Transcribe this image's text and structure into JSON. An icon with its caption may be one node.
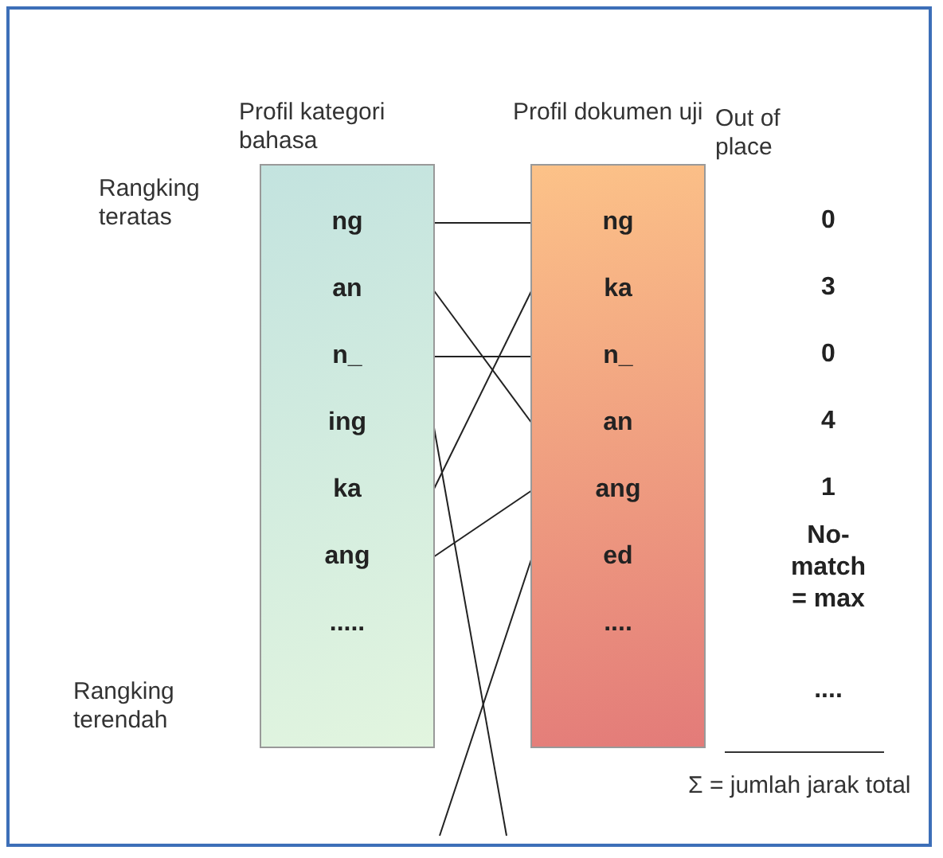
{
  "diagram": {
    "nodes": [
      {
        "text": [
          "Profil kategori bahasa"
        ]
      },
      {
        "text": [
          "ng"
        ],
        "in": 0
      },
      {
        "text": [
          "an"
        ],
        "in": 0
      },
      {
        "text": [
          "n_"
        ],
        "in": 0
      },
      {
        "text": [
          "ing"
        ],
        "in": 0
      },
      {
        "text": [
          "ka"
        ],
        "in": 0
      },
      {
        "text": [
          "ang"
        ],
        "in": 0
      },
      {
        "text": [
          "....."
        ],
        "in": 0
      },
      {
        "text": [
          "Profil dokumen uji"
        ]
      },
      {
        "text": [
          "ng"
        ],
        "in": 8
      },
      {
        "text": [
          "ka"
        ],
        "in": 8
      },
      {
        "text": [
          "n_"
        ],
        "in": 8
      },
      {
        "text": [
          "an"
        ],
        "in": 8
      },
      {
        "text": [
          "ang"
        ],
        "in": 8
      },
      {
        "text": [
          "ed"
        ],
        "in": 8
      },
      {
        "text": [
          "...."
        ],
        "in": 8
      }
    ],
    "edges": [
      {
        "from": 1,
        "to": 9,
        "arrow": "none"
      },
      {
        "from": 2,
        "to": 12,
        "arrow": "none"
      },
      {
        "from": 3,
        "to": 11,
        "arrow": "none"
      },
      {
        "from": 4,
        "to": null,
        "arrow": "none"
      },
      {
        "from": 5,
        "to": 10,
        "arrow": "none"
      },
      {
        "from": 6,
        "to": 13,
        "arrow": "none"
      },
      {
        "from": 14,
        "to": null,
        "arrow": "none"
      }
    ],
    "labels": [
      "Out of place",
      "Rangking teratas",
      "0",
      "3",
      "0",
      "4",
      "1",
      "No-match = max",
      "Rangking terendah",
      "....",
      "Σ = jumlah jarak total"
    ]
  }
}
